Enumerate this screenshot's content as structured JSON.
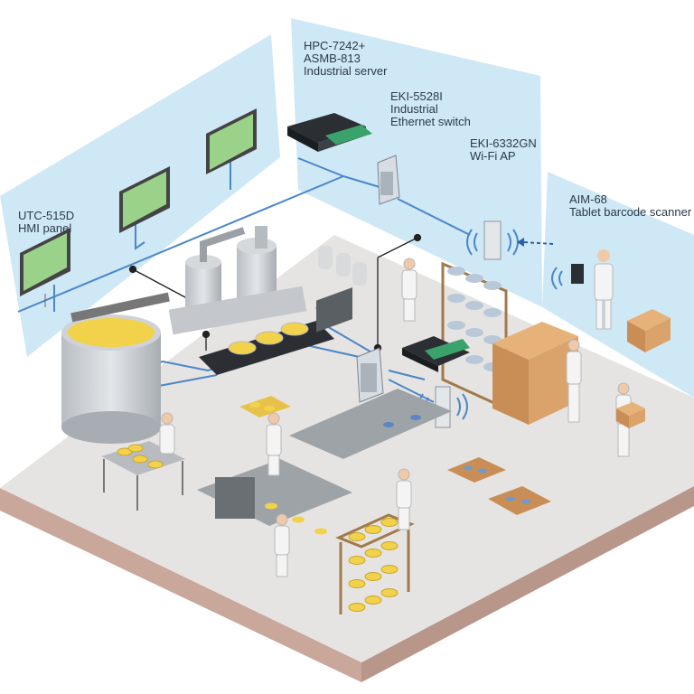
{
  "labels": {
    "hmi": {
      "line1": "UTC-515D",
      "line2": "HMI panel"
    },
    "server": {
      "line1": "HPC-7242+",
      "line2": "ASMB-813",
      "line3": "Industrial server"
    },
    "switch": {
      "line1": "EKI-5528I",
      "line2": "Industrial",
      "line3": "Ethernet switch"
    },
    "ap": {
      "line1": "EKI-6332GN",
      "line2": "Wi-Fi AP"
    },
    "scanner": {
      "line1": "AIM-68",
      "line2": "Tablet barcode scanner"
    }
  },
  "colors": {
    "wall": "#cfe8f5",
    "floor_top": "#e6e4e2",
    "floor_side": "#c9a79a",
    "cable": "#4a86c8",
    "cheese": "#f2d24a",
    "box": "#d9a36b"
  }
}
